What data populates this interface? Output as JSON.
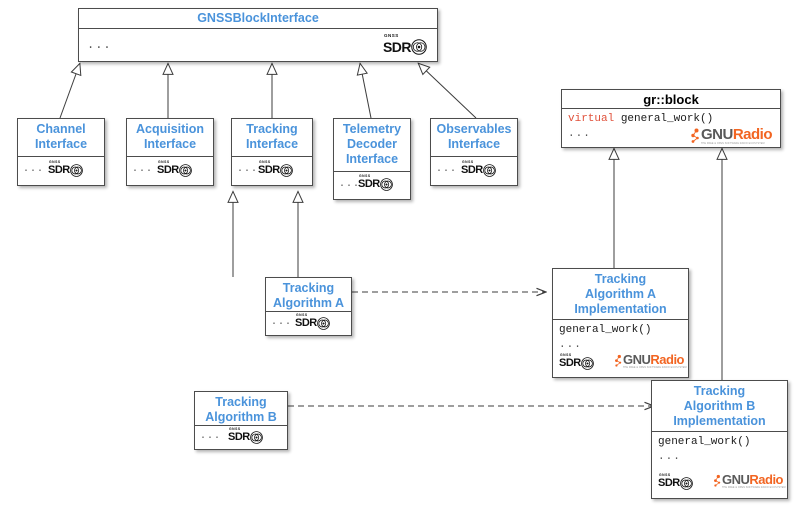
{
  "diagram": {
    "kind": "uml-class-diagram",
    "background": "#ffffff",
    "title_color": "#4a93db",
    "border_color": "#4c4c4c",
    "keyword_color": "#e0503a",
    "gnuradio_orange": "#f26522",
    "gnuradio_gray": "#5a5a5a"
  },
  "logos": {
    "gnss_sdr": {
      "top_text": "GNSS",
      "main_text": "SDR",
      "name": "gnss-sdr-logo"
    },
    "gnuradio": {
      "gnu_text": "GNU",
      "radio_text": "Radio",
      "tagline": "THE FREE & OPEN SOFTWARE RADIO ECOSYSTEM",
      "name": "gnuradio-logo"
    }
  },
  "boxes": {
    "gnss_block_interface": {
      "title": "GNSSBlockInterface",
      "members": "..."
    },
    "channel_interface": {
      "title": "Channel\nInterface",
      "members": "..."
    },
    "acquisition_interface": {
      "title": "Acquisition\nInterface",
      "members": "..."
    },
    "tracking_interface": {
      "title": "Tracking\nInterface",
      "members": "..."
    },
    "telemetry_decoder_interface": {
      "title": "Telemetry\nDecoder\nInterface",
      "members": "..."
    },
    "observables_interface": {
      "title": "Observables\nInterface",
      "members": "..."
    },
    "gr_block": {
      "title": "gr::block",
      "keyword": "virtual",
      "method": " general_work()",
      "members": "..."
    },
    "tracking_algorithm_a": {
      "title": "Tracking\nAlgorithm A",
      "members": "..."
    },
    "tracking_algorithm_b": {
      "title": "Tracking\nAlgorithm B",
      "members": "..."
    },
    "tracking_algorithm_a_impl": {
      "title": "Tracking\nAlgorithm A\nImplementation",
      "method": "general_work()",
      "members": "..."
    },
    "tracking_algorithm_b_impl": {
      "title": "Tracking\nAlgorithm B\nImplementation",
      "method": "general_work()",
      "members": "..."
    }
  },
  "relations": [
    {
      "name": "channel-interface-inherits-gnssblockinterface",
      "type": "generalization",
      "from": "channel_interface",
      "to": "gnss_block_interface"
    },
    {
      "name": "acquisition-interface-inherits-gnssblockinterface",
      "type": "generalization",
      "from": "acquisition_interface",
      "to": "gnss_block_interface"
    },
    {
      "name": "tracking-interface-inherits-gnssblockinterface",
      "type": "generalization",
      "from": "tracking_interface",
      "to": "gnss_block_interface"
    },
    {
      "name": "telemetry-decoder-interface-inherits-gnssblockinterface",
      "type": "generalization",
      "from": "telemetry_decoder_interface",
      "to": "gnss_block_interface"
    },
    {
      "name": "observables-interface-inherits-gnssblockinterface",
      "type": "generalization",
      "from": "observables_interface",
      "to": "gnss_block_interface"
    },
    {
      "name": "tracking-algorithm-a-inherits-tracking-interface",
      "type": "generalization",
      "from": "tracking_algorithm_a",
      "to": "tracking_interface"
    },
    {
      "name": "tracking-algorithm-b-inherits-tracking-interface",
      "type": "generalization",
      "from": "tracking_algorithm_b",
      "to": "tracking_interface"
    },
    {
      "name": "tracking-algorithm-a-impl-inherits-gr-block",
      "type": "generalization",
      "from": "tracking_algorithm_a_impl",
      "to": "gr_block"
    },
    {
      "name": "tracking-algorithm-b-impl-inherits-gr-block",
      "type": "generalization",
      "from": "tracking_algorithm_b_impl",
      "to": "gr_block"
    },
    {
      "name": "tracking-algorithm-a-uses-impl",
      "type": "dependency-dashed",
      "from": "tracking_algorithm_a",
      "to": "tracking_algorithm_a_impl"
    },
    {
      "name": "tracking-algorithm-b-uses-impl",
      "type": "dependency-dashed",
      "from": "tracking_algorithm_b",
      "to": "tracking_algorithm_b_impl"
    }
  ]
}
